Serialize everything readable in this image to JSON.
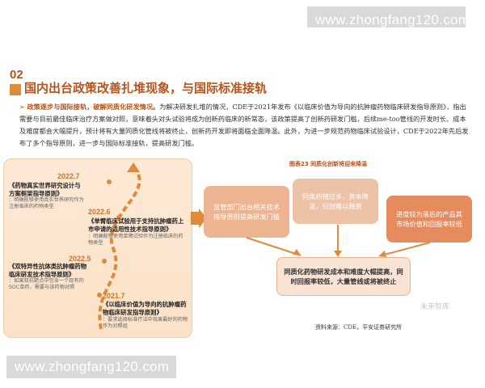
{
  "watermark": {
    "top": "www.zhongfang120.com",
    "bottom": "www.zhongfang120.com"
  },
  "section": {
    "number": "02",
    "title": "国内出台政策改善扎堆现象，与国际标准接轨"
  },
  "intro": {
    "bullet": "➢",
    "lead": "政策逐步与国际接轨，破解同质化研发情况。",
    "text": "为解决研发扎堆的情况，CDE于2021年发布《以临床价值为导向的抗肿瘤药物临床研发指导原则》，指出需要与目前最佳临床治疗方案做对照，意味着头对头试验将成为创新药临床的新常态，该政策提高了创新药研发门槛，后续me-too管线的开发时长、成本及难度都会大幅提升，预计将有大量同质化管线将被终止，创新药开发即将面临全面降温。此外，为进一步规范药物临床试验设计，CDE于2022年先后发布了多个指导原则，进一步与国际标准接轨，提高研发门槛。"
  },
  "timeline": [
    {
      "year": "2022.7",
      "title": "《药物真实世界研究设计与方案框架指导原则》",
      "desc": "：明确能够使用真实世界研究作为注册临床的药物类型"
    },
    {
      "year": "2022.6",
      "title": "《单臂临床试验用于支持抗肿瘤药上市申请的适用性技术指导原则》",
      "desc": "：明确能够使用单臂试验作为注册临床的药物类型"
    },
    {
      "year": "2022.5",
      "title": "《双特异性抗体类抗肿瘤药物临床研发技术指导原则》",
      "desc": "：如果双抗靶点中包含一个现有的SOC单药，需要与该药物对照"
    },
    {
      "year": "2021.7",
      "title": "《以临床价值为导向的抗肿瘤药物临床研发指导原则》",
      "desc": "：要求选择标准疗法中效果最好的药物作为对照组"
    }
  ],
  "figure": {
    "label": "图表23 同质化创新将迎来降温",
    "box1": "监管部门出台相关技术指导原则提高研发门槛",
    "box2": "同类药物过多，资本降温，衍创难以融资",
    "box3": "进度较为落后的产品其市场价值和回报率较低",
    "bottom": "同质化药物研发成本和难度大幅提高，同时回报率较低，大量管线或将被终止",
    "source": "资料来源：CDE，平安证券研究所",
    "logo_watermark": "未来智库"
  },
  "colors": {
    "accent": "#b8541a",
    "orange": "#e08a3c",
    "panel": "#fde9d6"
  }
}
